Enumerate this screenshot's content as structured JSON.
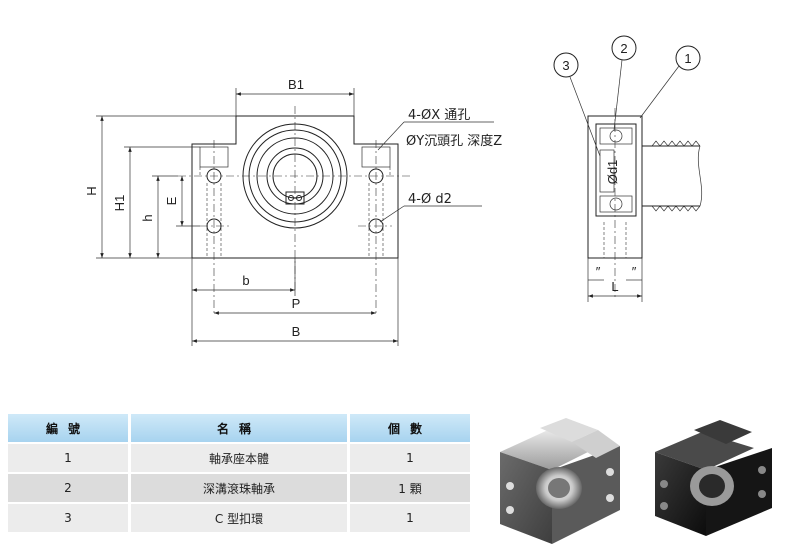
{
  "callouts": [
    "3",
    "2",
    "1"
  ],
  "dimensions": {
    "B1": "B1",
    "H": "H",
    "H1": "H1",
    "E": "E",
    "h": "h",
    "b": "b",
    "P": "P",
    "B": "B",
    "L": "L",
    "d1": "Ød1",
    "through_hole": "4-ØX 通孔",
    "counterbore": "ØY沉頭孔   深度Z",
    "d2": "4-Ø d2",
    "small1": "″",
    "small2": "″"
  },
  "table": {
    "headers": [
      "編號",
      "名稱",
      "個數"
    ],
    "rows": [
      [
        "1",
        "軸承座本體",
        "1"
      ],
      [
        "2",
        "深溝滾珠軸承",
        "1 顆"
      ],
      [
        "3",
        "C 型扣環",
        "1"
      ]
    ]
  },
  "photos": {
    "left": {
      "finish": "silver",
      "color": "#8a8a8a"
    },
    "right": {
      "finish": "black",
      "color": "#1b1b1b"
    }
  }
}
